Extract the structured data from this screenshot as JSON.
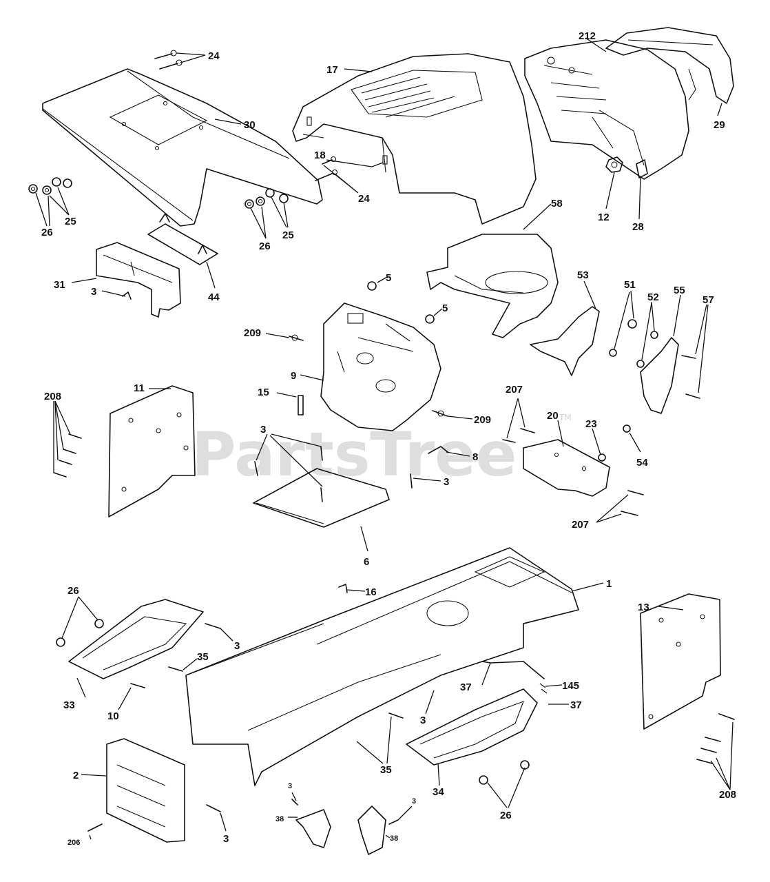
{
  "watermark": {
    "text": "PartsTree",
    "mark": "TM"
  },
  "callouts": {
    "c24a": "24",
    "c17": "17",
    "c212": "212",
    "c29": "29",
    "c30": "30",
    "c18": "18",
    "c24b": "24",
    "c12": "12",
    "c28": "28",
    "c25a": "25",
    "c26a": "26",
    "c26b": "26",
    "c25b": "25",
    "c58": "58",
    "c31": "31",
    "c44": "44",
    "c3a": "3",
    "c5a": "5",
    "c5b": "5",
    "c53": "53",
    "c51": "51",
    "c52": "52",
    "c55": "55",
    "c57": "57",
    "c209a": "209",
    "c9": "9",
    "c208a": "208",
    "c11": "11",
    "c15": "15",
    "c3b": "3",
    "c209b": "209",
    "c207a": "207",
    "c20": "20",
    "c23": "23",
    "c8": "8",
    "c3c": "3",
    "c54": "54",
    "c207b": "207",
    "c6": "6",
    "c26c": "26",
    "c16": "16",
    "c1": "1",
    "c13": "13",
    "c3d": "3",
    "c35a": "35",
    "c33": "33",
    "c10": "10",
    "c37a": "37",
    "c145": "145",
    "c37b": "37",
    "c3e": "3",
    "c35b": "35",
    "c34": "34",
    "c2": "2",
    "c26d": "26",
    "c208b": "208",
    "c206": "206",
    "c3f": "3",
    "c3g": "3",
    "c38a": "38",
    "c3h": "3",
    "c38b": "38"
  }
}
